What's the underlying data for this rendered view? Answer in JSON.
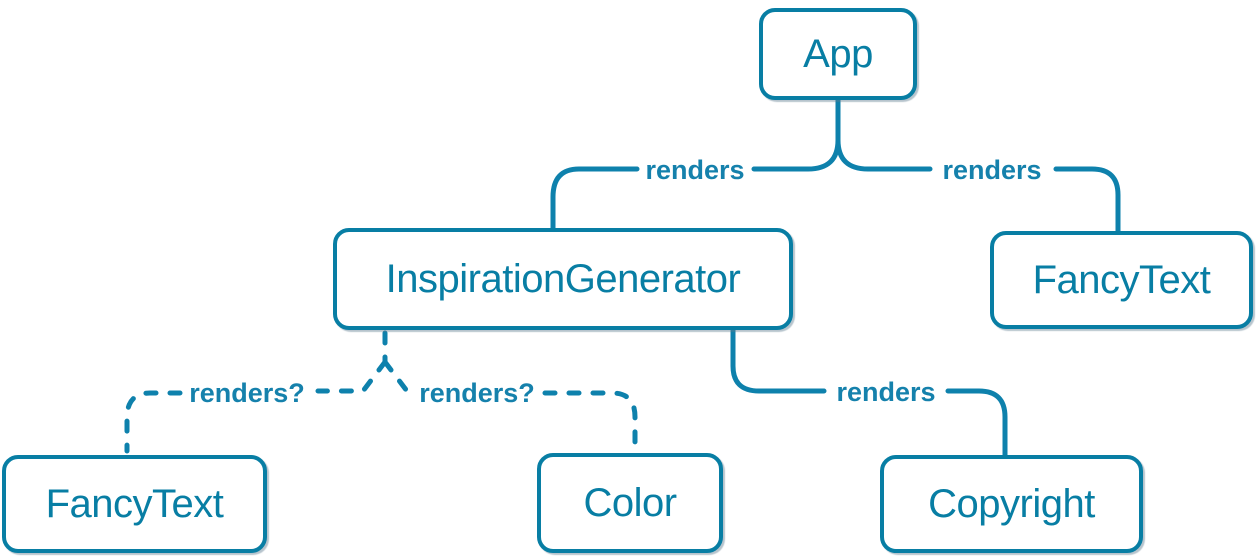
{
  "diagram": {
    "description": "React render tree diagram with conditional renders",
    "colors": {
      "accent": "#087ea4",
      "edge_line": "#0e81ac",
      "edge_label": "#1581ac",
      "node_fill": "#ffffff",
      "background": "#ffffff"
    },
    "nodes": {
      "app": {
        "label": "App"
      },
      "inspiration_generator": {
        "label": "InspirationGenerator"
      },
      "fancy_text_top": {
        "label": "FancyText"
      },
      "fancy_text_bottom": {
        "label": "FancyText"
      },
      "color": {
        "label": "Color"
      },
      "copyright": {
        "label": "Copyright"
      }
    },
    "edges": {
      "app_to_inspiration_generator": {
        "label": "renders",
        "style": "solid"
      },
      "app_to_fancy_text": {
        "label": "renders",
        "style": "solid"
      },
      "inspiration_generator_to_copyright": {
        "label": "renders",
        "style": "solid"
      },
      "inspiration_generator_to_fancy_text": {
        "label": "renders?",
        "style": "dashed"
      },
      "inspiration_generator_to_color": {
        "label": "renders?",
        "style": "dashed"
      }
    }
  }
}
